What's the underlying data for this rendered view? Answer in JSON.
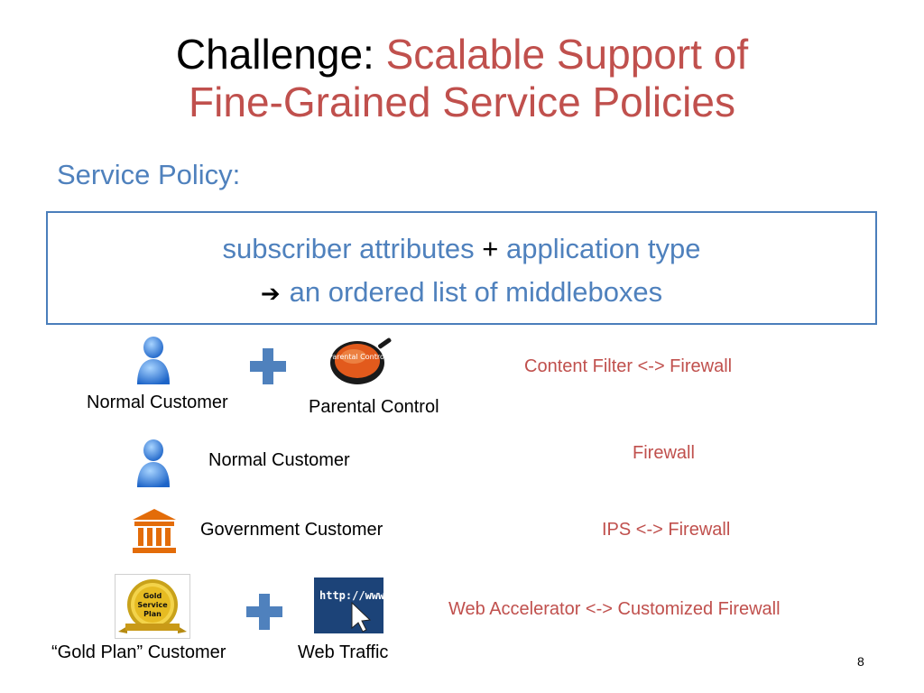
{
  "title": {
    "prefix": "Challenge:",
    "line1_rest": "Scalable Support of",
    "line2": "Fine-Grained Service Policies"
  },
  "subtitle": "Service Policy:",
  "policy_box": {
    "part1": "subscriber attributes",
    "plus": "+",
    "part2": "application type",
    "result": "an ordered list of middleboxes"
  },
  "rows": [
    {
      "customer": "Normal Customer",
      "application": "Parental Control",
      "application_icon_text": "Parental Control",
      "chain": "Content Filter <-> Firewall"
    },
    {
      "customer": "Normal Customer",
      "chain": "Firewall"
    },
    {
      "customer": "Government Customer",
      "chain": "IPS <-> Firewall"
    },
    {
      "customer": "“Gold Plan” Customer",
      "customer_icon_text": [
        "Gold",
        "Service",
        "Plan"
      ],
      "application": "Web Traffic",
      "application_icon_text": "http://www",
      "chain": "Web Accelerator <-> Customized Firewall"
    }
  ],
  "page_number": "8",
  "colors": {
    "title_accent": "#c0504d",
    "body_blue": "#4f81bd",
    "box_border": "#4a7ebb",
    "plus_blue": "#4f81bd",
    "bank_orange": "#e36c09"
  }
}
